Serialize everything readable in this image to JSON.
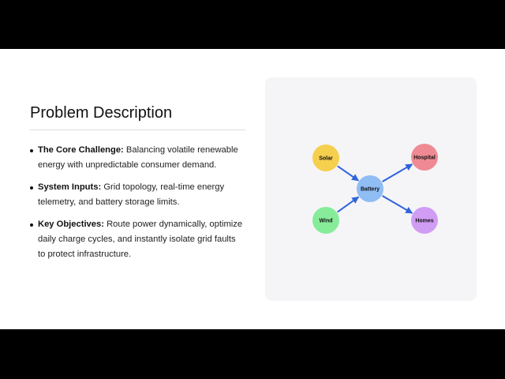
{
  "slide": {
    "title": "Problem Description",
    "bullets": [
      {
        "label": "The Core Challenge:",
        "text": "Balancing volatile renewable energy with unpredictable consumer demand."
      },
      {
        "label": "System Inputs:",
        "text": "Grid topology, real-time energy telemetry, and battery storage limits."
      },
      {
        "label": "Key Objectives:",
        "text": "Route power dynamically, optimize daily charge cycles, and instantly isolate grid faults to protect infrastructure."
      }
    ]
  },
  "diagram": {
    "nodes": [
      {
        "id": "solar",
        "label": "Solar",
        "color": "#f5cf4e"
      },
      {
        "id": "wind",
        "label": "Wind",
        "color": "#86ec9a"
      },
      {
        "id": "battery",
        "label": "Battery",
        "color": "#8fbdf4"
      },
      {
        "id": "hospital",
        "label": "Hospital",
        "color": "#ef8a94"
      },
      {
        "id": "homes",
        "label": "Homes",
        "color": "#d19cf4"
      }
    ],
    "edges": [
      {
        "from": "solar",
        "to": "battery"
      },
      {
        "from": "wind",
        "to": "battery"
      },
      {
        "from": "battery",
        "to": "hospital"
      },
      {
        "from": "battery",
        "to": "homes"
      }
    ],
    "edge_color": "#2f63dc"
  }
}
